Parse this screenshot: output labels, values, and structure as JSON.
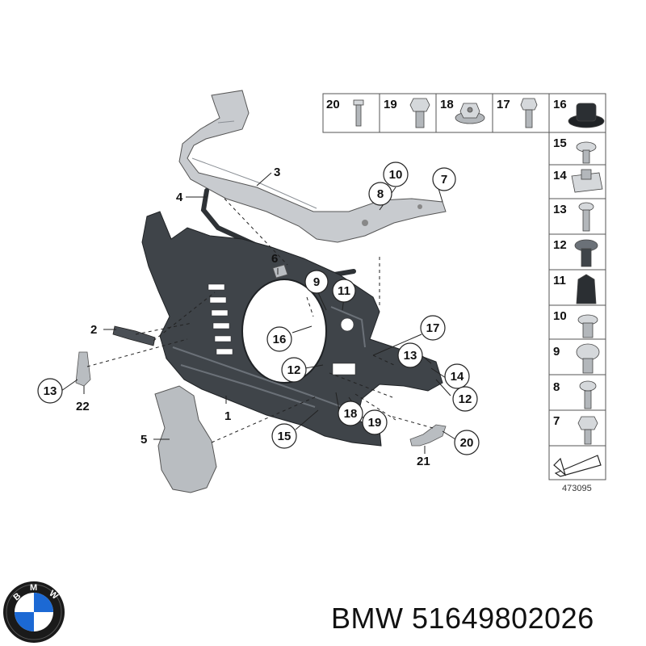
{
  "callouts": {
    "c1": "1",
    "c2": "2",
    "c3": "3",
    "c4": "4",
    "c5": "5",
    "c6": "6",
    "c7": "7",
    "c8": "8",
    "c9": "9",
    "c10": "10",
    "c11": "11",
    "c12a": "12",
    "c12b": "12",
    "c13a": "13",
    "c13b": "13",
    "c14": "14",
    "c15": "15",
    "c16": "16",
    "c17": "17",
    "c18": "18",
    "c19": "19",
    "c20": "20",
    "c21": "21",
    "c22": "22"
  },
  "parts_table": {
    "top_row": [
      "20",
      "19",
      "18",
      "17",
      "16"
    ],
    "right_column": [
      "15",
      "14",
      "13",
      "12",
      "11",
      "10",
      "9",
      "8",
      "7"
    ]
  },
  "diagram_number": "473095",
  "logo": {
    "letters": "BMW"
  },
  "caption": "BMW 51649802026",
  "colors": {
    "frame": "#3f4449",
    "frame_light": "#6b7178",
    "bracket": "#c8cbcf",
    "line": "#222222",
    "logo_blue": "#1c69d4",
    "logo_ring": "#1a1a1a"
  }
}
